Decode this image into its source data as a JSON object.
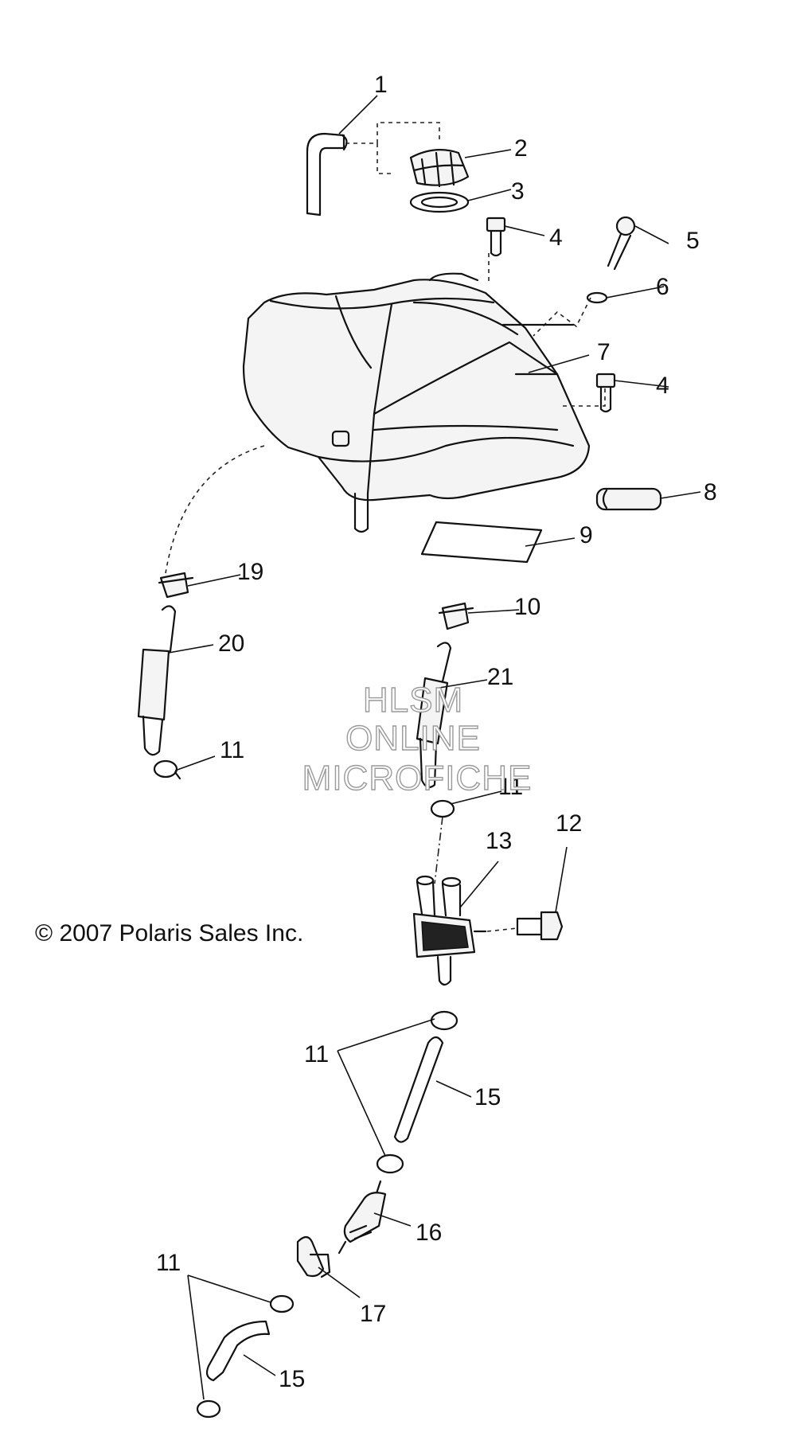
{
  "copyright": "© 2007 Polaris Sales Inc.",
  "watermark": [
    "HLSM",
    "ONLINE",
    "MICROFICHE"
  ],
  "callouts": [
    "1",
    "2",
    "3",
    "4",
    "5",
    "6",
    "7",
    "4",
    "8",
    "9",
    "19",
    "10",
    "20",
    "21",
    "11",
    "11",
    "12",
    "13",
    "11",
    "15",
    "16",
    "17",
    "11",
    "15"
  ]
}
